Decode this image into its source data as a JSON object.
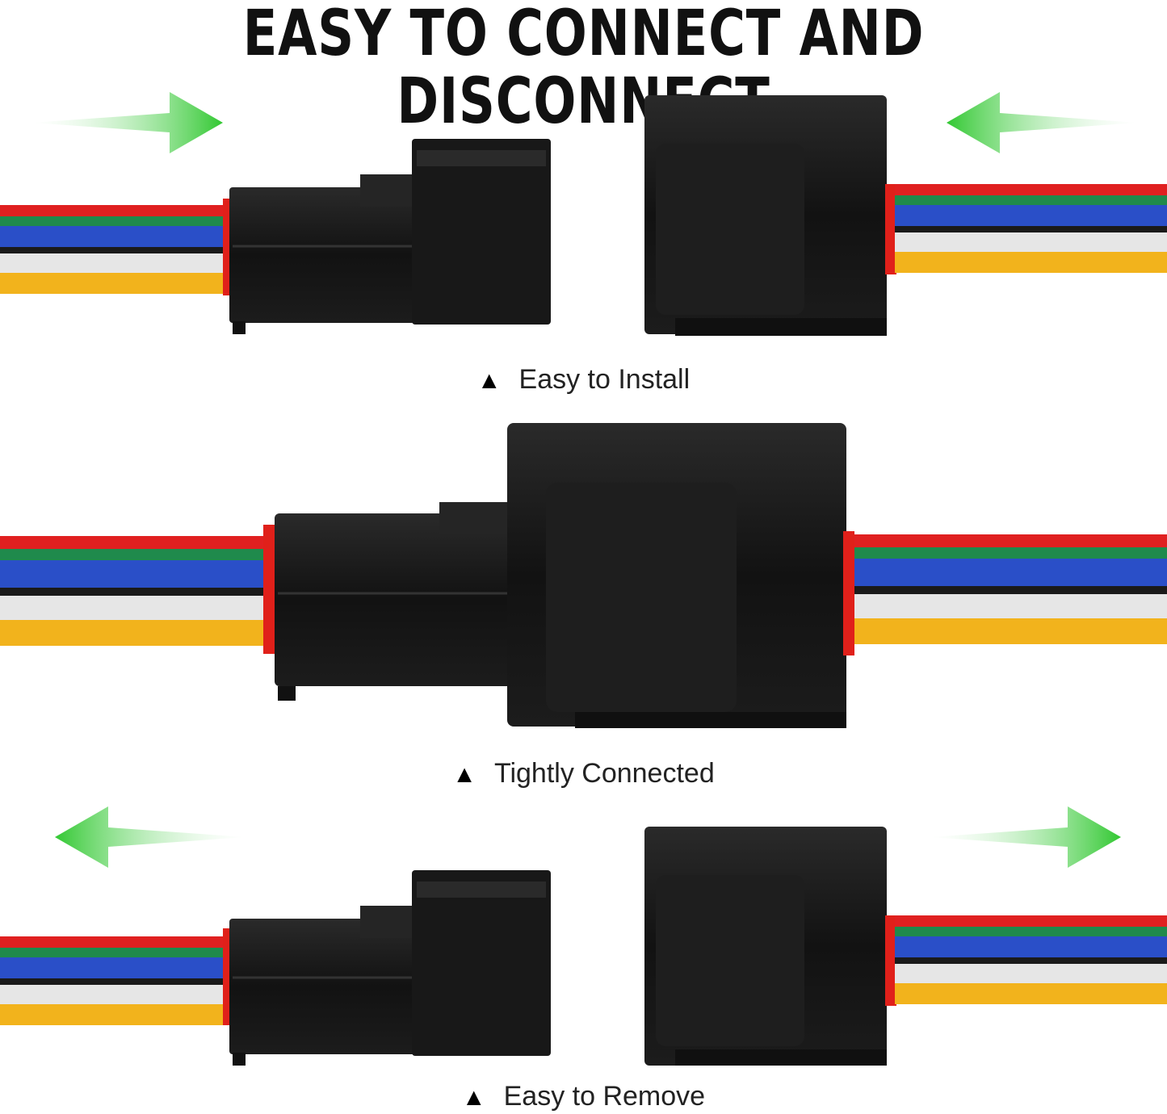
{
  "title": "EASY TO CONNECT AND DISCONNECT",
  "captions": {
    "install": "Easy to Install",
    "connected": "Tightly Connected",
    "remove": "Easy to Remove"
  },
  "caption_marker": "▲",
  "colors": {
    "arrow": "#3fd43f",
    "housing": "#141414",
    "seal": "#e0201a",
    "wires": [
      "#e02020",
      "#1f8a4c",
      "#2a4fc8",
      "#1a1a1a",
      "#e6e6e6",
      "#f2b31c"
    ]
  },
  "icons": [
    "arrow-right-icon",
    "arrow-left-icon",
    "triangle-icon"
  ]
}
